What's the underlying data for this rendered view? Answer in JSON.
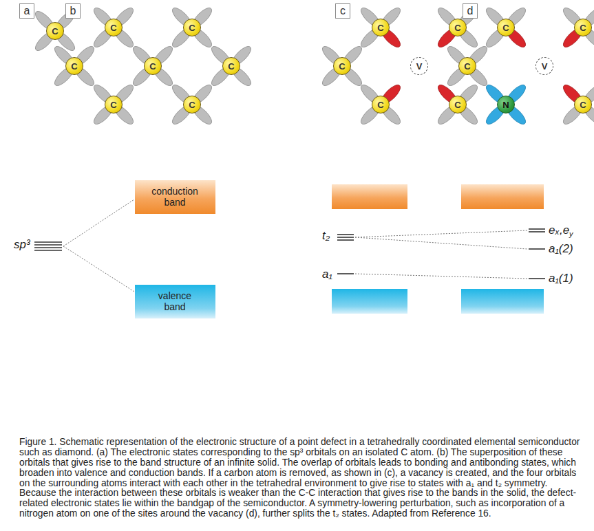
{
  "diagram": {
    "caption": "Figure 1. Schematic representation of the electronic structure of a point defect in a tetrahedrally coordinated elemental semiconductor such as diamond. (a) The electronic states corresponding to the sp³ orbitals on an isolated C atom. (b) The superposition of these orbitals that gives rise to the band structure of an infinite solid. The overlap of orbitals leads to bonding and antibonding states, which broaden into valence and conduction bands. If a carbon atom is removed, as shown in (c), a vacancy is created, and the four orbitals on the surrounding atoms interact with each other in the tetrahedral environment to give rise to states with a₁ and t₂ symmetry. Because the interaction between these orbitals is weaker than the C-C interaction that gives rise to the bands in the solid, the defect-related electronic states lie within the bandgap of the semiconductor. A symmetry-lowering perturbation, such as incorporation of a nitrogen atom on one of the sites around the vacancy (d), further splits the t₂ states. Adapted from Reference 16.",
    "nodes": [
      {
        "text": [
          "a"
        ]
      },
      {
        "text": [
          "b"
        ]
      },
      {
        "text": [
          "c"
        ]
      },
      {
        "text": [
          "d"
        ]
      },
      {
        "text": [
          "C"
        ]
      },
      {
        "text": [
          "C"
        ]
      },
      {
        "text": [
          "C"
        ]
      },
      {
        "text": [
          "C"
        ]
      },
      {
        "text": [
          "C"
        ]
      },
      {
        "text": [
          "C"
        ]
      },
      {
        "text": [
          "C"
        ]
      },
      {
        "text": [
          "C"
        ]
      },
      {
        "text": [
          "C"
        ]
      },
      {
        "text": [
          "C"
        ]
      },
      {
        "text": [
          "C"
        ]
      },
      {
        "text": [
          "V"
        ]
      },
      {
        "text": [
          "C"
        ]
      },
      {
        "text": [
          "C"
        ]
      },
      {
        "text": [
          "C"
        ]
      },
      {
        "text": [
          "C"
        ]
      },
      {
        "text": [
          "C"
        ]
      },
      {
        "text": [
          "V"
        ]
      },
      {
        "text": [
          "N"
        ]
      },
      {
        "text": [
          "C"
        ]
      },
      {
        "text": [
          "conduction band"
        ]
      },
      {
        "text": [
          "valence band"
        ]
      }
    ],
    "labels": [
      "sp³",
      "t₂",
      "a₁",
      "eₓ,e",
      "y",
      "a₁(2)",
      "a₁(1)"
    ]
  }
}
